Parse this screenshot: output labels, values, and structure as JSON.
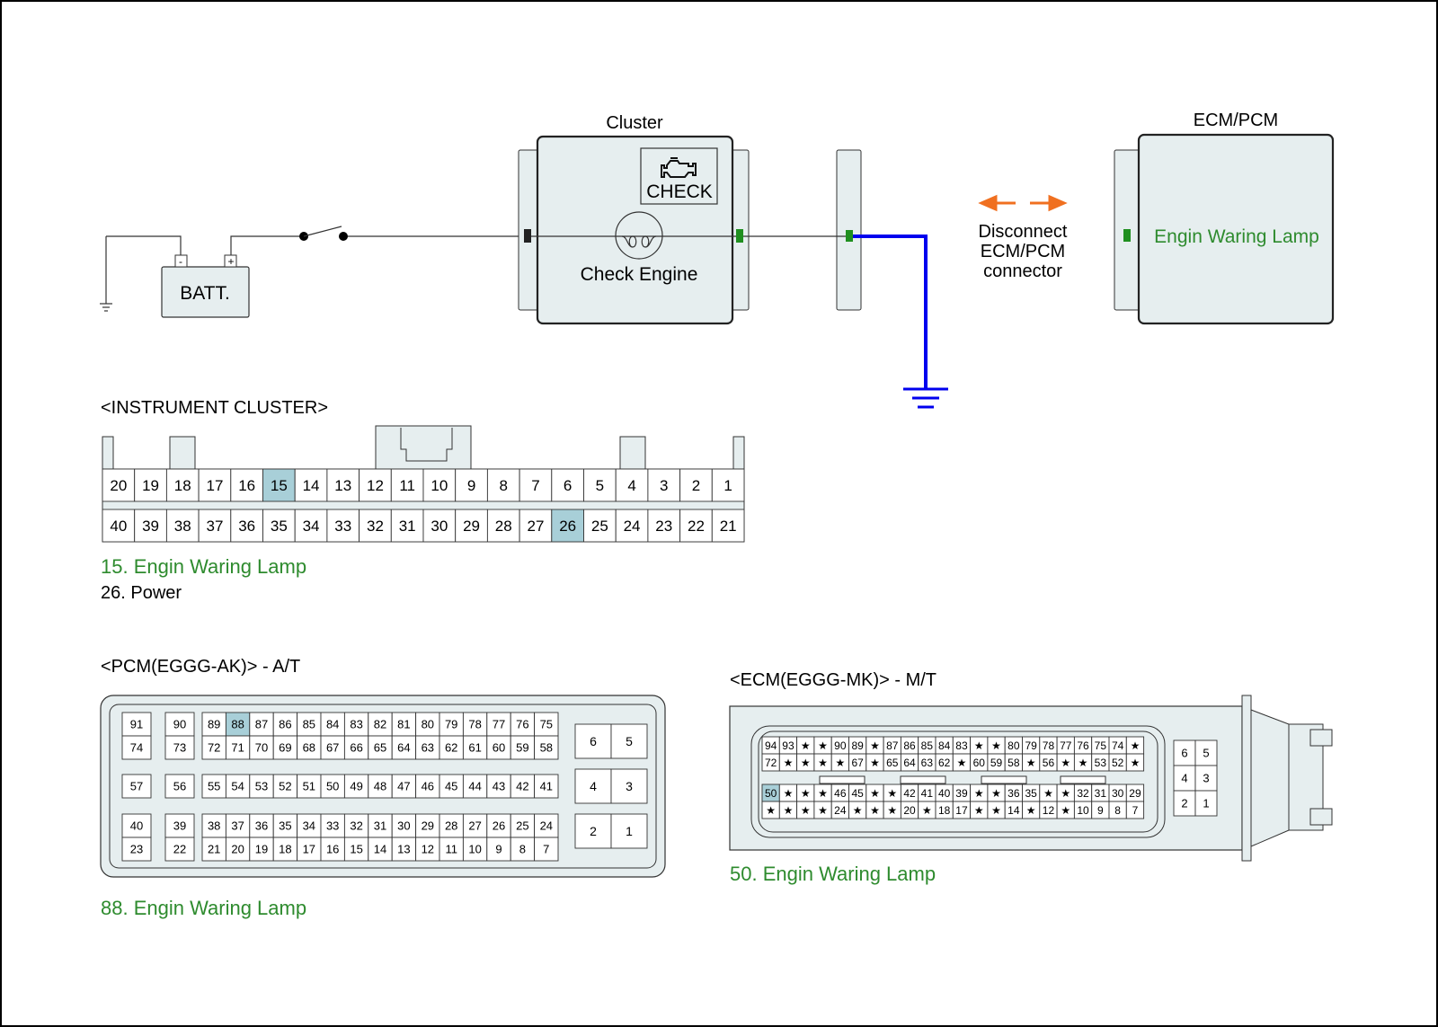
{
  "colors": {
    "accent_green": "#2e8b2e",
    "ground_wire": "#0000ee",
    "arrow": "#f07020",
    "pin_highlight": "#a8cfd8",
    "connector_fill": "#f0f0f0",
    "module_fill": "#e6eeef"
  },
  "circuit": {
    "battery_label": "BATT.",
    "battery_neg": "-",
    "battery_pos": "+",
    "cluster_title": "Cluster",
    "check_label": "CHECK",
    "check_engine_label": "Check Engine",
    "ecm_title": "ECM/PCM",
    "ecm_inner_label": "Engin Waring Lamp",
    "disconnect_lines": [
      "Disconnect",
      "ECM/PCM",
      "connector"
    ],
    "icons": [
      "engine-icon",
      "lamp-icon",
      "switch-icon",
      "ground-icon",
      "double-arrow-icon"
    ]
  },
  "instrument_cluster": {
    "title": "<INSTRUMENT CLUSTER>",
    "row1": [
      "20",
      "19",
      "18",
      "17",
      "16",
      "15",
      "14",
      "13",
      "12",
      "11",
      "10",
      "9",
      "8",
      "7",
      "6",
      "5",
      "4",
      "3",
      "2",
      "1"
    ],
    "row2": [
      "40",
      "39",
      "38",
      "37",
      "36",
      "35",
      "34",
      "33",
      "32",
      "31",
      "30",
      "29",
      "28",
      "27",
      "26",
      "25",
      "24",
      "23",
      "22",
      "21"
    ],
    "highlight": [
      "15",
      "26"
    ],
    "notes": [
      {
        "text": "15. Engin Waring Lamp",
        "color": "green"
      },
      {
        "text": "26. Power",
        "color": "black"
      }
    ]
  },
  "pcm": {
    "title": "<PCM(EGGG-AK)> - A/T",
    "groups": [
      {
        "r1": [
          "91"
        ],
        "r2": [
          "74"
        ]
      },
      {
        "r1": [
          "90"
        ],
        "r2": [
          "73"
        ]
      },
      {
        "r1": [
          "89",
          "88",
          "87",
          "86",
          "85",
          "84",
          "83",
          "82",
          "81",
          "80",
          "79",
          "78",
          "77",
          "76",
          "75"
        ],
        "r2": [
          "72",
          "71",
          "70",
          "69",
          "68",
          "67",
          "66",
          "65",
          "64",
          "63",
          "62",
          "61",
          "60",
          "59",
          "58"
        ]
      },
      {
        "r1": [
          "57"
        ]
      },
      {
        "r1": [
          "56"
        ]
      },
      {
        "r1": [
          "55",
          "54",
          "53",
          "52",
          "51",
          "50",
          "49",
          "48",
          "47",
          "46",
          "45",
          "44",
          "43",
          "42",
          "41"
        ]
      },
      {
        "r1": [
          "40"
        ],
        "r2": [
          "23"
        ]
      },
      {
        "r1": [
          "39"
        ],
        "r2": [
          "22"
        ]
      },
      {
        "r1": [
          "38",
          "37",
          "36",
          "35",
          "34",
          "33",
          "32",
          "31",
          "30",
          "29",
          "28",
          "27",
          "26",
          "25",
          "24"
        ],
        "r2": [
          "21",
          "20",
          "19",
          "18",
          "17",
          "16",
          "15",
          "14",
          "13",
          "12",
          "11",
          "10",
          "9",
          "8",
          "7"
        ]
      }
    ],
    "side": [
      [
        "6",
        "5"
      ],
      [
        "4",
        "3"
      ],
      [
        "2",
        "1"
      ]
    ],
    "highlight": [
      "88"
    ],
    "note": "88. Engin Waring Lamp"
  },
  "ecm": {
    "title": "<ECM(EGGG-MK)> - M/T",
    "row1": [
      "94",
      "93",
      "★",
      "★",
      "90",
      "89",
      "★",
      "87",
      "86",
      "85",
      "84",
      "83",
      "★",
      "★",
      "80",
      "79",
      "78",
      "77",
      "76",
      "75",
      "74",
      "★"
    ],
    "row2": [
      "72",
      "★",
      "★",
      "★",
      "★",
      "67",
      "★",
      "65",
      "64",
      "63",
      "62",
      "★",
      "60",
      "59",
      "58",
      "★",
      "56",
      "★",
      "★",
      "53",
      "52",
      "★"
    ],
    "row3": [
      "50",
      "★",
      "★",
      "★",
      "46",
      "45",
      "★",
      "★",
      "42",
      "41",
      "40",
      "39",
      "★",
      "★",
      "36",
      "35",
      "★",
      "★",
      "32",
      "31",
      "30",
      "29"
    ],
    "row4": [
      "★",
      "★",
      "★",
      "★",
      "24",
      "★",
      "★",
      "★",
      "20",
      "★",
      "18",
      "17",
      "★",
      "★",
      "14",
      "★",
      "12",
      "★",
      "10",
      "9",
      "8",
      "7"
    ],
    "side": [
      [
        "6",
        "5"
      ],
      [
        "4",
        "3"
      ],
      [
        "2",
        "1"
      ]
    ],
    "highlight": [
      "50"
    ],
    "note": "50. Engin Waring Lamp"
  }
}
